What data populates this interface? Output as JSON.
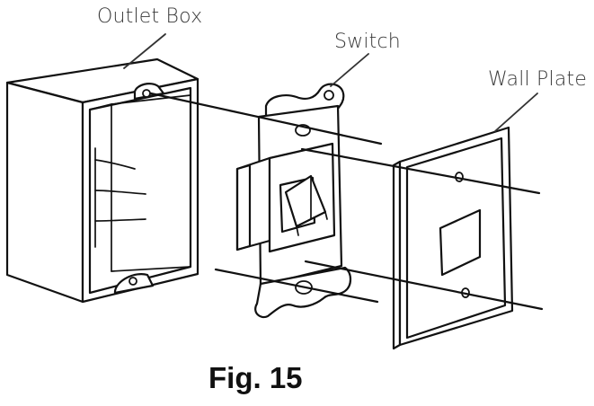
{
  "labels": {
    "outlet_box": "Outlet Box",
    "switch": "Switch",
    "wall_plate": "Wall Plate"
  },
  "caption": "Fig. 15",
  "colors": {
    "line": "#111111",
    "label_text": "#3a3a3a",
    "background": "#ffffff"
  }
}
